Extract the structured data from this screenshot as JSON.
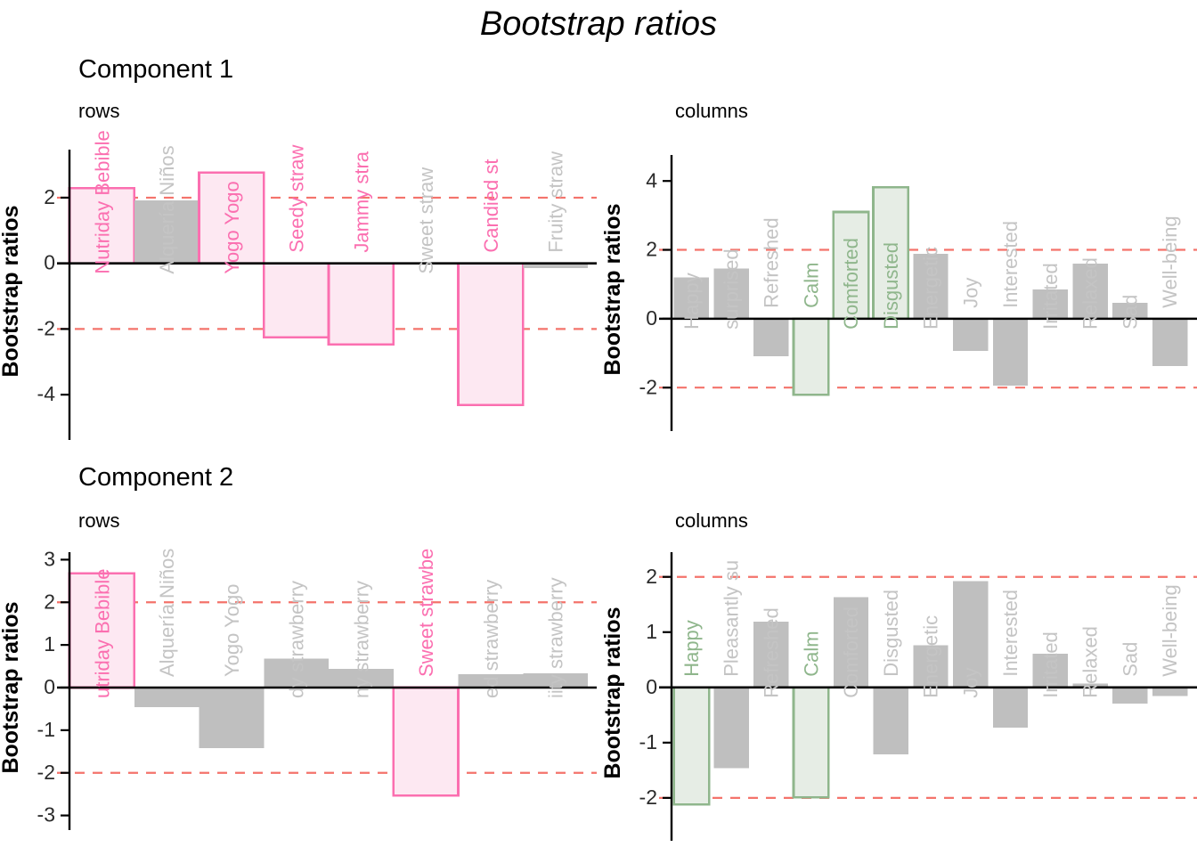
{
  "figure": {
    "title": "Bootstrap ratios",
    "axis_title": "Bootstrap ratios",
    "threshold": 2,
    "colors": {
      "significant_pink_fill": "#FDE8F2",
      "significant_pink_stroke": "#FB6FB0",
      "significant_green_fill": "#E6EDE5",
      "significant_green_stroke": "#8FB68C",
      "nonsignificant_gray": "#BFBFBF",
      "threshold_line": "#F4736B",
      "axis": "#000000",
      "label_gray": "#C4C4C4"
    }
  },
  "components": [
    {
      "name": "component-1",
      "title": "Component 1",
      "rows": {
        "subtitle": "rows",
        "axis_title": "Bootstrap ratios",
        "ticks": [
          2,
          0,
          -2,
          -4
        ],
        "ylim": [
          -5.0,
          3.3
        ],
        "threshold": 2
      },
      "columns": {
        "subtitle": "columns",
        "axis_title": "Bootstrap ratios",
        "ticks": [
          4,
          2,
          0,
          -2
        ],
        "ylim": [
          -2.9,
          4.6
        ],
        "threshold": 2
      }
    },
    {
      "name": "component-2",
      "title": "Component 2",
      "rows": {
        "subtitle": "rows",
        "axis_title": "Bootstrap ratios",
        "ticks": [
          3,
          2,
          1,
          0,
          -1,
          -2,
          -3
        ],
        "ylim": [
          -3.05,
          3.05
        ],
        "threshold": 2
      },
      "columns": {
        "subtitle": "columns",
        "axis_title": "Bootstrap ratios",
        "ticks": [
          2,
          1,
          0,
          -1,
          -2
        ],
        "ylim": [
          -2.55,
          2.35
        ],
        "threshold": 2
      }
    }
  ],
  "chart_data": [
    {
      "id": "c1-rows",
      "type": "bar",
      "title": "Component 1 - rows",
      "xlabel": "",
      "ylabel": "Bootstrap ratios",
      "ylim": [
        -5.0,
        3.3
      ],
      "yticks": [
        2,
        0,
        -2,
        -4
      ],
      "grid": false,
      "threshold_lines": [
        2,
        -2
      ],
      "categories": [
        "Nutriday Bebible",
        "Alqueria Niños",
        "Yogo Yogo",
        "Seedy strawberry",
        "Jammy strawberry",
        "Sweet strawberry",
        "Candied strawberry",
        "Fruity strawberry"
      ],
      "display_labels": [
        "Nutriday Bebible",
        "Alquería Niños",
        "Yogo Yogo",
        "Seedy straw",
        "Jammy stra",
        "Sweet straw",
        "Candied st",
        "Fruity straw"
      ],
      "values": [
        2.29,
        1.91,
        2.76,
        -2.25,
        -2.47,
        0.0,
        -4.31,
        -0.14
      ],
      "significant": [
        true,
        false,
        true,
        true,
        true,
        false,
        true,
        false
      ],
      "accent": "pink"
    },
    {
      "id": "c1-columns",
      "type": "bar",
      "title": "Component 1 - columns",
      "xlabel": "",
      "ylabel": "Bootstrap ratios",
      "ylim": [
        -2.9,
        4.6
      ],
      "yticks": [
        4,
        2,
        0,
        -2
      ],
      "grid": false,
      "threshold_lines": [
        2,
        -2
      ],
      "categories": [
        "Happy",
        "Pleasantly surprised",
        "Refreshed",
        "Calm",
        "Comforted",
        "Disgusted",
        "Energetic",
        "Joy",
        "Interested",
        "Irritated",
        "Relaxed",
        "Sad",
        "Well-being"
      ],
      "display_labels": [
        "Happy",
        "surprised",
        "Refreshed",
        "Calm",
        "Comforted",
        "Disgusted",
        "Energetic",
        "Joy",
        "Interested",
        "Irritated",
        "Relaxed",
        "Sad",
        "Well-being"
      ],
      "values": [
        1.2,
        1.46,
        -1.09,
        -2.21,
        3.1,
        3.82,
        1.88,
        -0.93,
        -1.94,
        0.85,
        1.6,
        0.46,
        -1.38
      ],
      "significant": [
        false,
        false,
        false,
        true,
        true,
        true,
        false,
        false,
        false,
        false,
        false,
        false,
        false
      ],
      "accent": "green"
    },
    {
      "id": "c2-rows",
      "type": "bar",
      "title": "Component 2 - rows",
      "xlabel": "",
      "ylabel": "Bootstrap ratios",
      "ylim": [
        -3.05,
        3.05
      ],
      "yticks": [
        3,
        2,
        1,
        0,
        -1,
        -2,
        -3
      ],
      "grid": false,
      "threshold_lines": [
        2,
        -2
      ],
      "categories": [
        "Nutriday Bebible",
        "Alqueria Niños",
        "Yogo Yogo",
        "Seedy strawberry",
        "Jammy strawberry",
        "Sweet strawberry",
        "Candied strawberry",
        "Fruity strawberry"
      ],
      "display_labels": [
        "utriday Bebible",
        "Alquería Niños",
        "Yogo Yogo",
        "dy strawberry",
        "ny strawberry",
        "Sweet strawbe",
        "ed strawberry",
        "iity strawberry"
      ],
      "values": [
        2.68,
        -0.46,
        -1.42,
        0.68,
        0.44,
        -2.53,
        0.31,
        0.33
      ],
      "significant": [
        true,
        false,
        false,
        false,
        false,
        true,
        false,
        false
      ],
      "accent": "pink"
    },
    {
      "id": "c2-columns",
      "type": "bar",
      "title": "Component 2 - columns",
      "xlabel": "",
      "ylabel": "Bootstrap ratios",
      "ylim": [
        -2.55,
        2.35
      ],
      "yticks": [
        2,
        1,
        0,
        -1,
        -2
      ],
      "grid": false,
      "threshold_lines": [
        2,
        -2
      ],
      "categories": [
        "Happy",
        "Pleasantly surprised",
        "Refreshed",
        "Calm",
        "Comforted",
        "Disgusted",
        "Energetic",
        "Joy",
        "Interested",
        "Irritated",
        "Relaxed",
        "Sad",
        "Well-being"
      ],
      "display_labels": [
        "Happy",
        "Pleasantly su",
        "Refreshed",
        "Calm",
        "Comforted",
        "Disgusted",
        "Energetic",
        "Joy",
        "Interested",
        "Irritated",
        "Relaxed",
        "Sad",
        "Well-being"
      ],
      "values": [
        -2.12,
        -1.46,
        1.19,
        -1.99,
        1.63,
        -1.21,
        0.76,
        1.92,
        -0.73,
        0.61,
        0.07,
        -0.29,
        -0.16
      ],
      "significant": [
        true,
        false,
        false,
        true,
        false,
        false,
        false,
        false,
        false,
        false,
        false,
        false,
        false
      ],
      "accent": "green"
    }
  ]
}
